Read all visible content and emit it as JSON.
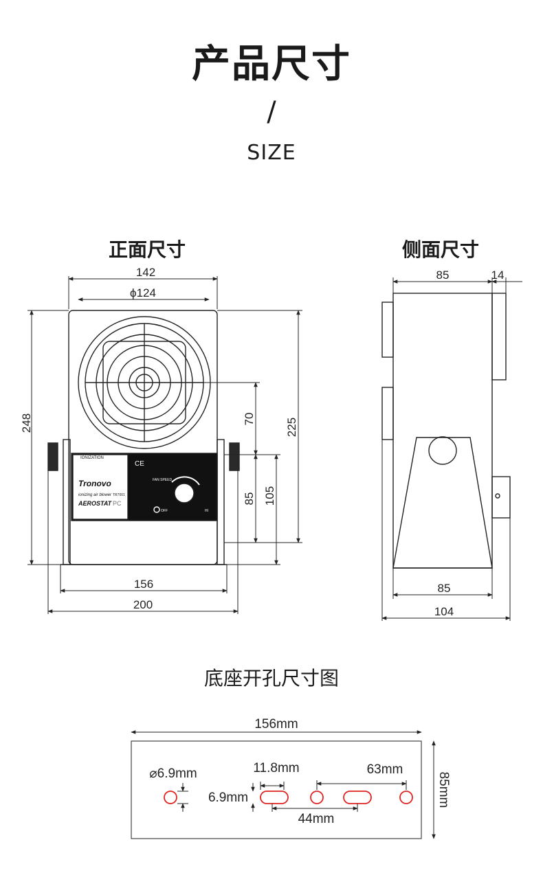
{
  "header": {
    "title": "产品尺寸",
    "slash": "/",
    "subtitle": "SIZE"
  },
  "front": {
    "title": "正面尺寸",
    "dims": {
      "width_top": "142",
      "fan_dia": "ϕ124",
      "height_total": "248",
      "h70": "70",
      "h225": "225",
      "h85": "85",
      "h105": "105",
      "base_inner": "156",
      "base_outer": "200"
    },
    "panel": {
      "ionization": "IONIZATION",
      "brand": "Tronovo",
      "product": "ionizing air blower",
      "model": "TR7001",
      "series": "AEROSTAT",
      "series_suffix": "PC",
      "fan_speed": "FAN\nSPEED",
      "off": "OFF",
      "hi": "HI",
      "ce": "CE"
    }
  },
  "side": {
    "title": "侧面尺寸",
    "dims": {
      "top_depth": "85",
      "top_back": "14",
      "base_depth": "85",
      "total_depth": "104"
    }
  },
  "base": {
    "title": "底座开孔尺寸图",
    "dims": {
      "length": "156mm",
      "height": "85mm",
      "hole_dia": "⌀6.9mm",
      "slot_width": "11.8mm",
      "slot_height": "6.9mm",
      "spacing_a": "44mm",
      "spacing_b": "63mm"
    },
    "colors": {
      "hole": "#e0231f"
    }
  }
}
